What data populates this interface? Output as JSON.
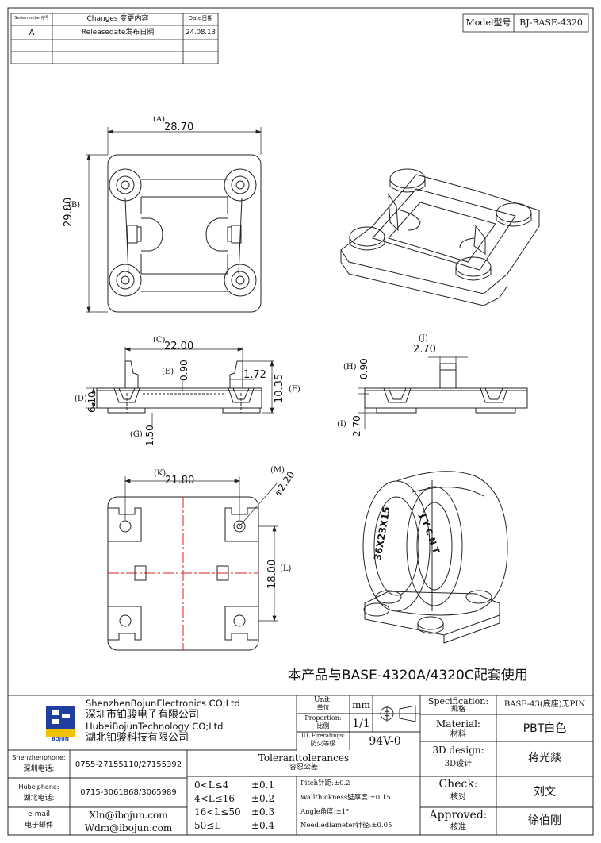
{
  "revision_table": {
    "headers": {
      "serial": "Serialnumber序号",
      "changes": "Changes 变更内容",
      "date": "Date日期"
    },
    "rows": [
      {
        "serial": "A",
        "changes": "Releasedate发布日期",
        "date": "24.08.13"
      }
    ]
  },
  "model": {
    "label": "Model型号",
    "value": "BJ-BASE-4320"
  },
  "dimensions": {
    "A": {
      "tag": "(A)",
      "value": "28.70"
    },
    "B": {
      "tag": "(B)",
      "value": "29.80"
    },
    "C": {
      "tag": "(C)",
      "value": "22.00"
    },
    "D": {
      "tag": "(D)",
      "value": "6.10"
    },
    "E": {
      "tag": "(E)",
      "value": "0.90"
    },
    "E2": {
      "value": "1.72"
    },
    "F": {
      "tag": "(F)",
      "value": "10.35"
    },
    "G": {
      "tag": "(G)",
      "value": "1.50"
    },
    "H": {
      "tag": "(H)",
      "value": "0.90"
    },
    "I": {
      "tag": "(I)",
      "value": "2.70"
    },
    "J": {
      "tag": "(J)",
      "value": "2.70"
    },
    "K": {
      "tag": "(K)",
      "value": "21.80"
    },
    "L": {
      "tag": "(L)",
      "value": "18.00"
    },
    "M": {
      "tag": "(M)",
      "value": "φ2.20"
    }
  },
  "ring_labels": [
    "36X23X15",
    "J Y C N T"
  ],
  "note": "本产品与BASE-4320A/4320C配套使用",
  "company": {
    "name_en_1": "ShenzhenBojunElectronics CO;Ltd",
    "name_cn_1": "深圳市铂骏电子有限公司",
    "name_en_2": "HubeiBojunTechnology CO;Ltd",
    "name_cn_2": "湖北铂骏科技有限公司",
    "logo_text": "BOJUN",
    "brand_color": "#1f3fa0"
  },
  "contacts": [
    {
      "label_en": "Shenzhenphone:",
      "label_cn": "深圳电话:",
      "value": "0755-27155110/27155392"
    },
    {
      "label_en": "Hubeiphone:",
      "label_cn": "湖北电话:",
      "value": "0715-3061868/3065989"
    },
    {
      "label_en": "e-mail",
      "label_cn": "电子邮件",
      "value1": "Xln@ibojun.com",
      "value2": "Wdm@ibojun.com"
    }
  ],
  "unit": {
    "label_en": "Unit:",
    "label_cn": "单位",
    "value": "mm"
  },
  "proportion": {
    "label_en": "Proportion:",
    "label_cn": "比例",
    "value": "1/1"
  },
  "ul": {
    "label_en": "UL Fireratings:",
    "label_cn": "防火等级",
    "value": "94V-0"
  },
  "tolerances": {
    "title_en": "Toleranttolerances",
    "title_cn": "容忍公差",
    "ranges": [
      {
        "range": "0<L≤4",
        "tol": "±0.1"
      },
      {
        "range": "4<L≤16",
        "tol": "±0.2"
      },
      {
        "range": "16<L≤50",
        "tol": "±0.3"
      },
      {
        "range": "50≤L",
        "tol": "±0.4"
      }
    ],
    "specs": [
      "Pitch针距:±0.2",
      "Wallthickness壁厚度:±0.15",
      "Angle角度:±1°",
      "Needlediameter针径:±0.05"
    ]
  },
  "spec_block": {
    "specification": {
      "label_en": "Specification:",
      "label_cn": "规格",
      "value": "BASE-43(底座)无PIN"
    },
    "material": {
      "label_en": "Material:",
      "label_cn": "材料",
      "value": "PBT白色"
    },
    "design": {
      "label_en": "3D design:",
      "label_cn": "3D设计",
      "value": "蒋光燚"
    },
    "check": {
      "label_en": "Check:",
      "label_cn": "核对",
      "value": "刘文"
    },
    "approved": {
      "label_en": "Approved:",
      "label_cn": "核准",
      "value": "徐伯刚"
    }
  }
}
